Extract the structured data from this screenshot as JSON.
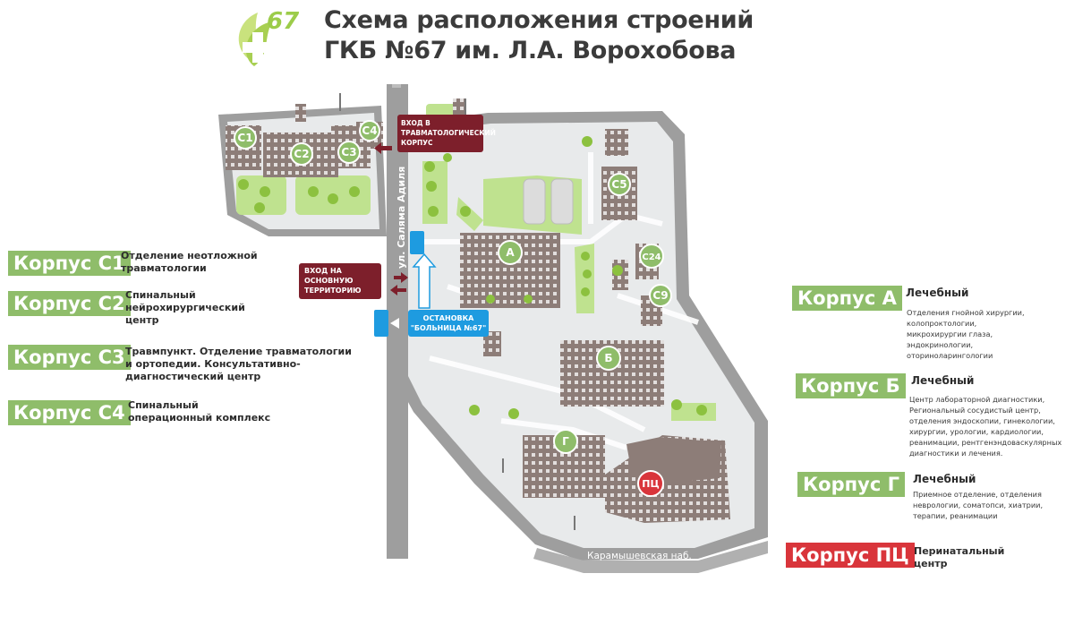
{
  "header": {
    "title_line1": "Схема расположения строений",
    "title_line2": "ГКБ №67 им. Л.А. Ворохобова",
    "logo_text": "67"
  },
  "map": {
    "street_vertical": "ул. Саляма Адиля",
    "street_bottom": "Карамышевская наб.",
    "entrance_trauma": [
      "ВХОД В",
      "ТРАВМАТОЛОГИЧЕСКИЙ",
      "КОРПУС"
    ],
    "entrance_main": [
      "ВХОД НА",
      "ОСНОВНУЮ",
      "ТЕРРИТОРИЮ"
    ],
    "bus_stop": [
      "ОСТАНОВКА",
      "\"БОЛЬНИЦА №67\""
    ],
    "building_labels": {
      "c1": "С1",
      "c2": "С2",
      "c3": "С3",
      "c4": "С4",
      "c5": "С5",
      "c24": "С24",
      "c9": "С9",
      "a": "А",
      "b": "Б",
      "g": "Г",
      "pc": "ПЦ"
    }
  },
  "legend_left": [
    {
      "badge": "Корпус С1",
      "text": [
        "Отделение неотложной",
        "травматологии"
      ]
    },
    {
      "badge": "Корпус С2",
      "text": [
        "Спинальный",
        "нейрохирургический",
        "центр"
      ]
    },
    {
      "badge": "Корпус С3",
      "text": [
        "Травмпункт. Отделение травматологии",
        "и ортопедии. Консультативно-",
        "диагностический центр"
      ]
    },
    {
      "badge": "Корпус С4",
      "text": [
        "Спинальный",
        "операционный комплекс"
      ]
    }
  ],
  "legend_right": [
    {
      "badge": "Корпус А",
      "title": "Лечебный",
      "text": [
        "Отделения гнойной хирургии,",
        "колопроктологии,",
        "микрохирургии глаза,",
        "эндокринологии,",
        "оториноларингологии"
      ]
    },
    {
      "badge": "Корпус Б",
      "title": "Лечебный",
      "text": [
        "Центр лабораторной диагностики,",
        "Региональный сосудистый центр,",
        "отделения эндоскопии, гинекологии,",
        "хирургии, урологии, кардиологии,",
        "реанимации, рентгенэндоваскулярных",
        "диагностики и лечения."
      ]
    },
    {
      "badge": "Корпус Г",
      "title": "Лечебный",
      "text": [
        "Приемное отделение, отделения",
        "неврологии, соматопси, хиатрии,",
        "терапии, реанимации"
      ]
    },
    {
      "badge": "Корпус ПЦ",
      "title": "Перинатальный",
      "title2": "центр"
    }
  ],
  "colors": {
    "green_badge": "#8fbd6a",
    "red_badge": "#d9353b",
    "entrance_maroon": "#7d1f2b",
    "bus_blue": "#1e9be0",
    "road_grey": "#9e9e9e",
    "ground": "#e9ebec",
    "grass": "#bfe28f",
    "building": "#8b7b76"
  }
}
